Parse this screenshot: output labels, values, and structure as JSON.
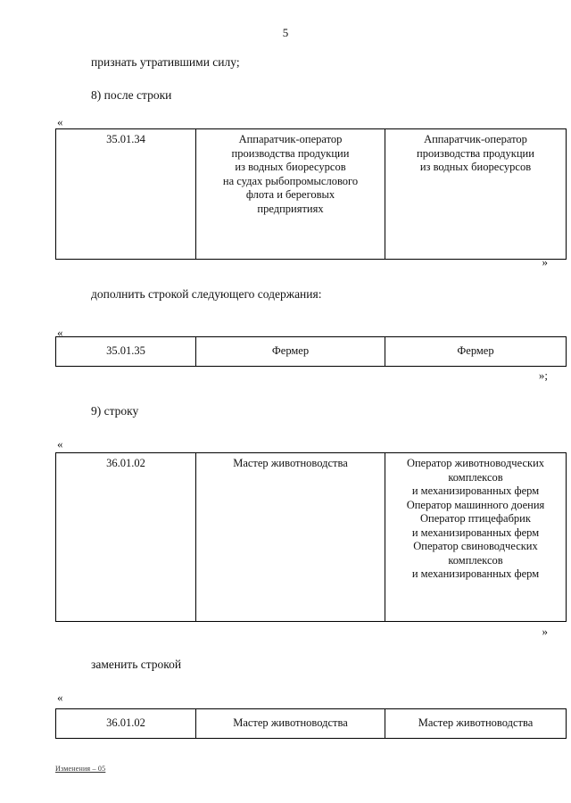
{
  "page": {
    "number": "5",
    "footer_note": "Изменения – 05"
  },
  "paragraphs": {
    "p1": "признать утратившими силу;",
    "p2": "8) после строки",
    "p3": "дополнить строкой следующего содержания:",
    "p4": "9) строку",
    "p5": "заменить строкой"
  },
  "marks": {
    "open": "«",
    "close": "»",
    "close_semicolon": "»;"
  },
  "tables": [
    {
      "id": "table-after-row-35-01-34",
      "rows": [
        {
          "code": "35.01.34",
          "old_lines": [
            "Аппаратчик-оператор",
            "производства продукции",
            "из водных биоресурсов",
            "на судах рыбопромыслового",
            "флота и береговых",
            "предприятиях"
          ],
          "new_lines": [
            "Аппаратчик-оператор",
            "производства продукции",
            "из водных биоресурсов"
          ]
        }
      ]
    },
    {
      "id": "table-added-row-35-01-35",
      "rows": [
        {
          "code": "35.01.35",
          "old_lines": [
            "Фермер"
          ],
          "new_lines": [
            "Фермер"
          ]
        }
      ]
    },
    {
      "id": "table-row-36-01-02-original",
      "rows": [
        {
          "code": "36.01.02",
          "old_lines": [
            "Мастер животноводства"
          ],
          "new_lines": [
            "Оператор животноводческих",
            "комплексов",
            "и механизированных ферм",
            "Оператор машинного доения",
            "Оператор птицефабрик",
            "и механизированных ферм",
            "Оператор свиноводческих",
            "комплексов",
            "и механизированных ферм"
          ]
        }
      ]
    },
    {
      "id": "table-row-36-01-02-replacement",
      "rows": [
        {
          "code": "36.01.02",
          "old_lines": [
            "Мастер животноводства"
          ],
          "new_lines": [
            "Мастер животноводства"
          ]
        }
      ]
    }
  ]
}
